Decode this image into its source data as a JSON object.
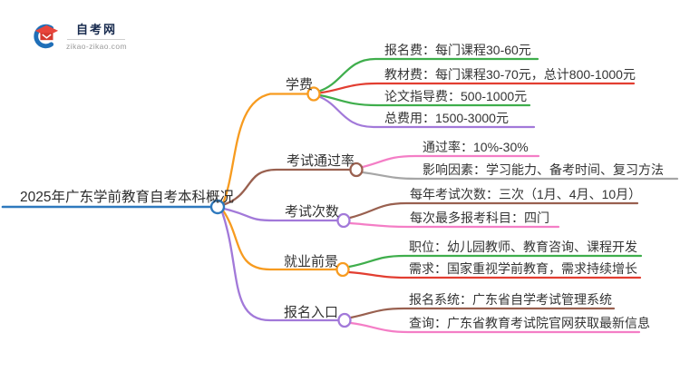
{
  "palette": {
    "blue": "#2e79be",
    "orange": "#f79b1f",
    "green": "#3fae4c",
    "red": "#e23e31",
    "purple": "#a279d9",
    "brown": "#99604f",
    "pink": "#f47ec6",
    "gray": "#a6a6a6",
    "white": "#ffffff",
    "logo_navy": "#16294d",
    "logo_blue": "#1f6fb8",
    "logo_red": "#e8453c",
    "logo_red_dark": "#d63a30"
  },
  "logo": {
    "title": "自考网",
    "domain": "zikao-zikao.com"
  },
  "root": {
    "label": "2025年广东学前教育自考本科概况"
  },
  "branches": [
    {
      "label": "学费",
      "children": [
        "报名费：每门课程30-60元",
        "教材费：每门课程30-70元，总计800-1000元",
        "论文指导费：500-1000元",
        "总费用：1500-3000元"
      ]
    },
    {
      "label": "考试通过率",
      "children": [
        "通过率：10%-30%",
        "影响因素：学习能力、备考时间、复习方法"
      ]
    },
    {
      "label": "考试次数",
      "children": [
        "每年考试次数：三次（1月、4月、10月）",
        "每次最多报考科目：四门"
      ]
    },
    {
      "label": "就业前景",
      "children": [
        "职位：幼儿园教师、教育咨询、课程开发",
        "需求：国家重视学前教育，需求持续增长"
      ]
    },
    {
      "label": "报名入口",
      "children": [
        "报名系统：广东省自学考试管理系统",
        "查询：广东省教育考试院官网获取最新信息"
      ]
    }
  ]
}
